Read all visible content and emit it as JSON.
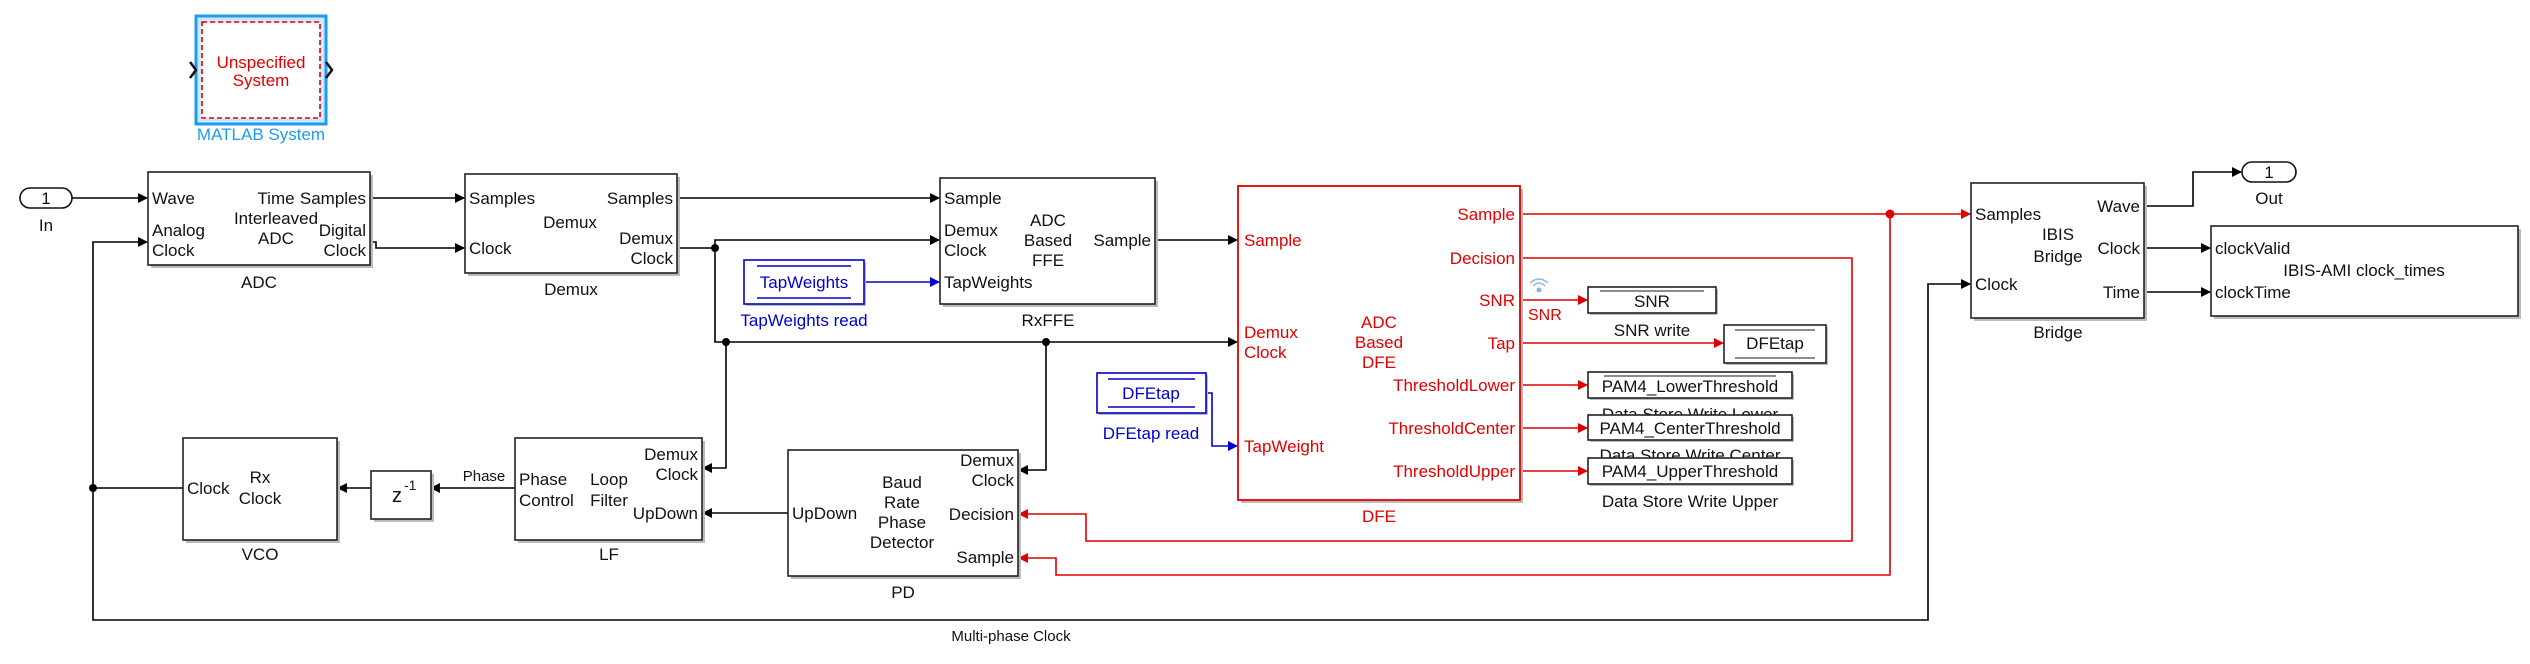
{
  "colors": {
    "signal_red": "#e00000",
    "datastore_blue": "#0000cc",
    "matlab_highlight": "#1e9bf0",
    "wire": "#000000"
  },
  "matlab_system": {
    "text_line1": "Unspecified",
    "text_line2": "System",
    "label": "MATLAB System"
  },
  "inport": {
    "number": "1",
    "label": "In"
  },
  "outport": {
    "number": "1",
    "label": "Out"
  },
  "adc": {
    "label": "ADC",
    "in_ports": [
      "Wave",
      "Analog",
      "Clock"
    ],
    "out_ports": [
      "Samples",
      "Digital",
      "Clock"
    ],
    "title": [
      "Time",
      "Interleaved",
      "ADC"
    ]
  },
  "demux": {
    "label": "Demux",
    "in_ports": [
      "Samples",
      "Clock"
    ],
    "out_ports": [
      "Samples",
      "Demux",
      "Clock"
    ],
    "title": "Demux"
  },
  "rxffe": {
    "label": "RxFFE",
    "in_ports": [
      "Sample",
      "Demux",
      "Clock",
      "TapWeights"
    ],
    "out_port": "Sample",
    "title": [
      "ADC",
      "Based",
      "FFE"
    ]
  },
  "tapweights_read": {
    "text": "TapWeights",
    "label": "TapWeights read"
  },
  "dfe": {
    "label": "DFE",
    "in_ports": [
      "Sample",
      "Demux",
      "Clock",
      "TapWeight"
    ],
    "out_ports": [
      "Sample",
      "Decision",
      "SNR",
      "Tap",
      "ThresholdLower",
      "ThresholdCenter",
      "ThresholdUpper"
    ],
    "title": [
      "ADC",
      "Based",
      "DFE"
    ],
    "snr_signal_label": "SNR"
  },
  "dfetap_read": {
    "text": "DFEtap",
    "label": "DFEtap read"
  },
  "snr_write": {
    "text": "SNR",
    "label": "SNR write"
  },
  "dfetap_write": {
    "text": "DFEtap"
  },
  "ds_lower": {
    "text": "PAM4_LowerThreshold",
    "label": "Data Store Write Lower"
  },
  "ds_center": {
    "text": "PAM4_CenterThreshold",
    "label": "Data Store Write Center"
  },
  "ds_upper": {
    "text": "PAM4_UpperThreshold",
    "label": "Data Store Write Upper"
  },
  "bridge": {
    "label": "Bridge",
    "in_ports": [
      "Samples",
      "Clock"
    ],
    "out_ports": [
      "Wave",
      "Clock",
      "Time"
    ],
    "title": [
      "IBIS",
      "Bridge"
    ]
  },
  "clock_times": {
    "title": "IBIS-AMI clock_times",
    "in_ports": [
      "clockValid",
      "clockTime"
    ]
  },
  "vco": {
    "label": "VCO",
    "in_port": "Clock",
    "title": [
      "Rx",
      "Clock"
    ]
  },
  "delay": {
    "text": "z",
    "exponent": "-1"
  },
  "lf": {
    "label": "LF",
    "left_ports": [
      "Phase",
      "Control"
    ],
    "title": [
      "Loop",
      "Filter"
    ],
    "right_ports": [
      "Demux",
      "Clock",
      "UpDown"
    ],
    "phase_signal_label": "Phase"
  },
  "pd": {
    "label": "PD",
    "left_port": "UpDown",
    "title": [
      "Baud",
      "Rate",
      "Phase",
      "Detector"
    ],
    "right_ports": [
      "Demux",
      "Clock",
      "Decision",
      "Sample"
    ]
  },
  "multiphase_clock_label": "Multi-phase Clock"
}
